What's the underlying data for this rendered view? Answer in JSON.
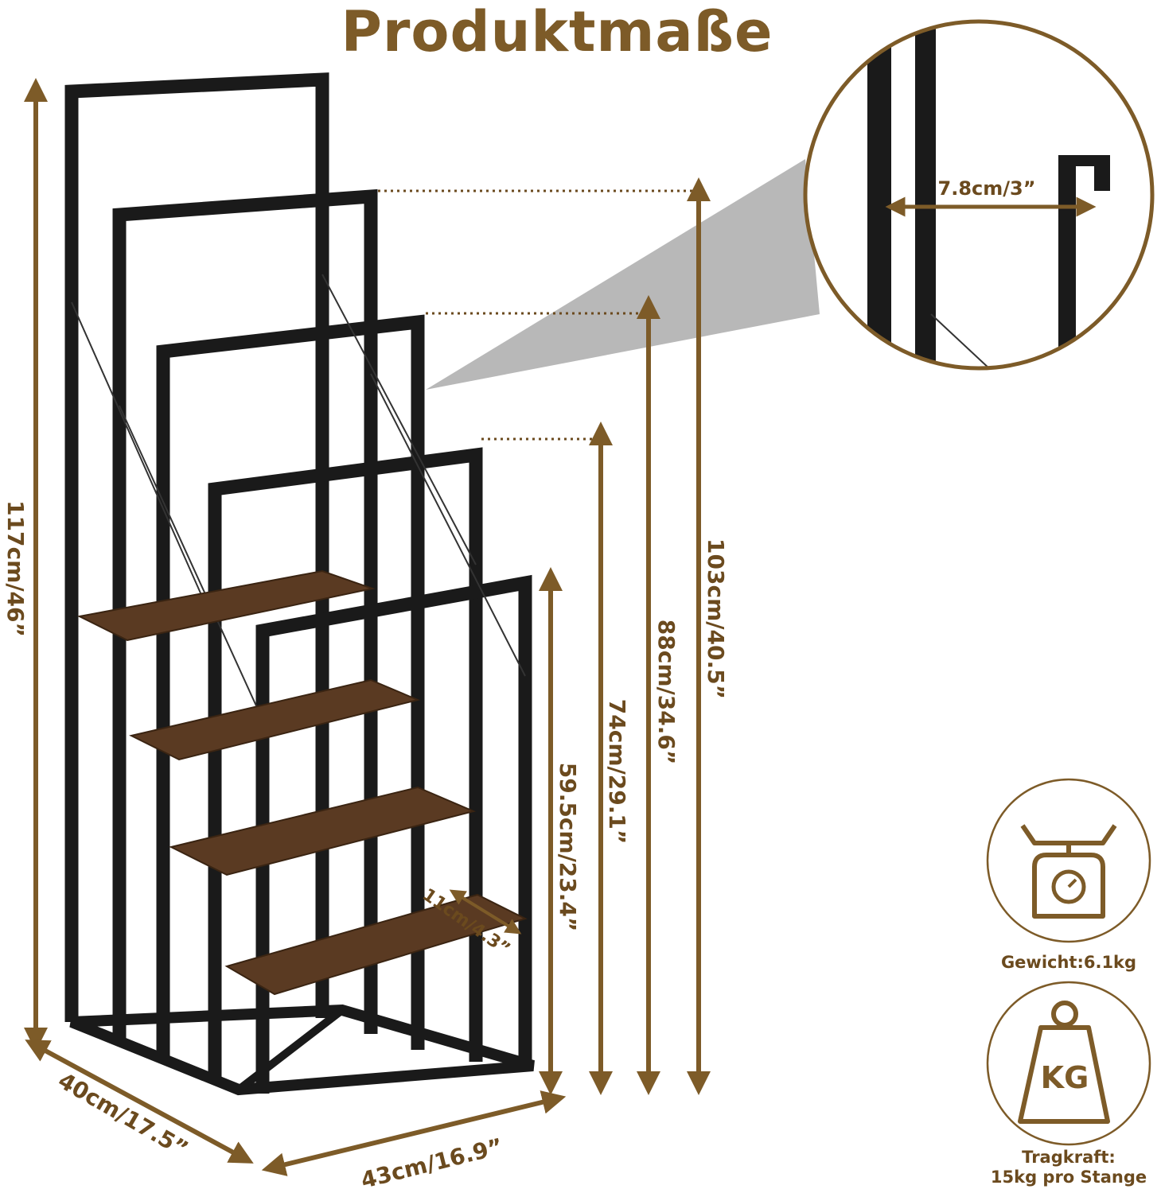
{
  "title": "Produktmaße",
  "dimensions": {
    "height_total": "117cm/46”",
    "height_frame2": "103cm/40.5”",
    "height_frame3": "88cm/34.6”",
    "height_frame4": "74cm/29.1”",
    "height_frame5": "59.5cm/23.4”",
    "depth": "40cm/17.5”",
    "width": "43cm/16.9”",
    "shelf_depth": "11cm/4.3”",
    "bar_spacing": "7.8cm/3”"
  },
  "info": {
    "weight_label": "Gewicht:6.1kg",
    "kg_text": "KG",
    "capacity_line1": "Tragkraft:",
    "capacity_line2": "15kg pro Stange"
  },
  "colors": {
    "accent": "#7d5b28",
    "frame": "#1a1a1a",
    "wood": "#5a3a22"
  },
  "icons": [
    "scale-icon",
    "weight-kg-icon",
    "zoom-detail"
  ]
}
